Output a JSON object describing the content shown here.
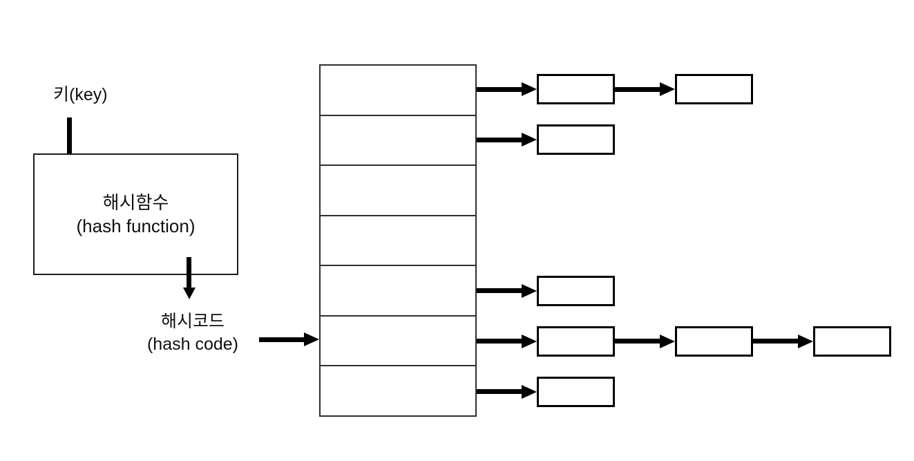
{
  "diagram": {
    "labels": {
      "key": "키(key)",
      "hash_function_ko": "해시함수",
      "hash_function_en": "(hash function)",
      "hash_code_ko": "해시코드",
      "hash_code_en": "(hash code)"
    },
    "colors": {
      "line": "#000000",
      "table_border": "#2e2e2e",
      "background": "#ffffff"
    },
    "hash_table": {
      "bucket_count": 7,
      "buckets": [
        {
          "index": 0,
          "chain_length": 2,
          "hash_code_points_here": false
        },
        {
          "index": 1,
          "chain_length": 1,
          "hash_code_points_here": false
        },
        {
          "index": 2,
          "chain_length": 0,
          "hash_code_points_here": false
        },
        {
          "index": 3,
          "chain_length": 0,
          "hash_code_points_here": false
        },
        {
          "index": 4,
          "chain_length": 1,
          "hash_code_points_here": false
        },
        {
          "index": 5,
          "chain_length": 3,
          "hash_code_points_here": true
        },
        {
          "index": 6,
          "chain_length": 1,
          "hash_code_points_here": false
        }
      ]
    }
  }
}
